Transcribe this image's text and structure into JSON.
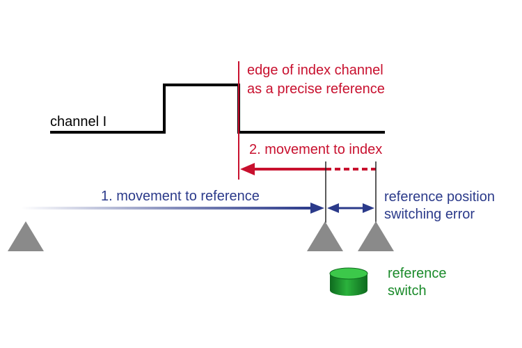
{
  "signal": {
    "label": "channel I"
  },
  "index_edge": {
    "line1": "edge of index channel",
    "line2": "as a precise reference"
  },
  "movement_to_index": {
    "label": "2. movement to index"
  },
  "movement_to_reference": {
    "label": "1. movement to reference"
  },
  "switching_error": {
    "line1": "reference position",
    "line2": "switching error"
  },
  "reference_switch": {
    "line1": "reference",
    "line2": "switch"
  },
  "colors": {
    "signal": "#000000",
    "index": "#c8102e",
    "movement": "#2b3a8a",
    "switch": "#1a8a2a",
    "triangle": "#8a8a8a"
  }
}
